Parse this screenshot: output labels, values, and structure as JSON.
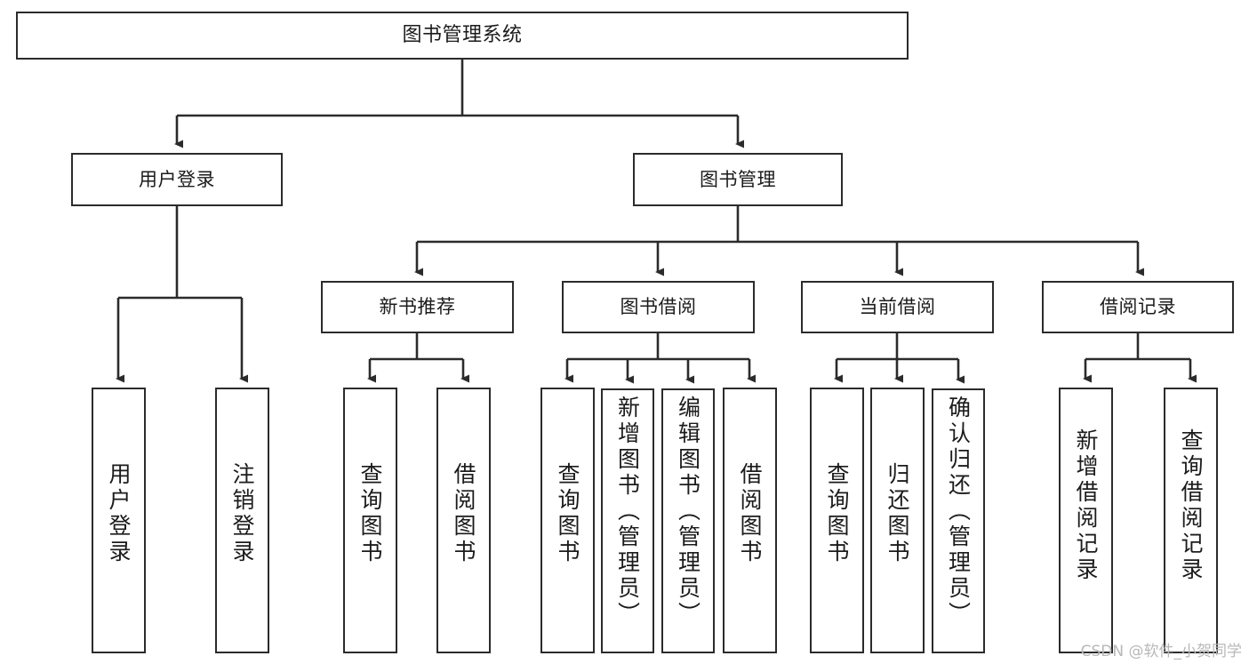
{
  "diagram": {
    "title": "图书管理系统",
    "type": "hierarchy-tree",
    "watermark": "CSDN @软件_小贺同学",
    "colors": {
      "stroke": "#2b2b2b",
      "fill": "#ffffff",
      "text": "#1b1b1b",
      "watermark": "#b8b8b8"
    },
    "nodes": {
      "root": {
        "label": "图书管理系统",
        "level": 1,
        "orientation": "horizontal"
      },
      "l2": [
        {
          "id": "user-login",
          "label": "用户登录",
          "level": 2,
          "orientation": "horizontal"
        },
        {
          "id": "book-manage",
          "label": "图书管理",
          "level": 2,
          "orientation": "horizontal"
        }
      ],
      "l3": [
        {
          "id": "new-book-recommend",
          "label": "新书推荐",
          "level": 3,
          "orientation": "horizontal"
        },
        {
          "id": "book-borrow",
          "label": "图书借阅",
          "level": 3,
          "orientation": "horizontal"
        },
        {
          "id": "current-borrow",
          "label": "当前借阅",
          "level": 3,
          "orientation": "horizontal"
        },
        {
          "id": "borrow-record",
          "label": "借阅记录",
          "level": 3,
          "orientation": "horizontal"
        }
      ],
      "leaves": [
        {
          "id": "leaf-user-login",
          "label": "用户登录",
          "parent": "user-login",
          "orientation": "vertical"
        },
        {
          "id": "leaf-user-logout",
          "label": "注销登录",
          "parent": "user-login",
          "orientation": "vertical"
        },
        {
          "id": "leaf-query-book-1",
          "label": "查询图书",
          "parent": "new-book-recommend",
          "orientation": "vertical"
        },
        {
          "id": "leaf-borrow-book-1",
          "label": "借阅图书",
          "parent": "new-book-recommend",
          "orientation": "vertical"
        },
        {
          "id": "leaf-query-book-2",
          "label": "查询图书",
          "parent": "book-borrow",
          "orientation": "vertical"
        },
        {
          "id": "leaf-add-book",
          "label": "新增图书（管理员）",
          "parent": "book-borrow",
          "orientation": "vertical"
        },
        {
          "id": "leaf-edit-book",
          "label": "编辑图书（管理员）",
          "parent": "book-borrow",
          "orientation": "vertical"
        },
        {
          "id": "leaf-borrow-book-2",
          "label": "借阅图书",
          "parent": "book-borrow",
          "orientation": "vertical"
        },
        {
          "id": "leaf-query-book-3",
          "label": "查询图书",
          "parent": "current-borrow",
          "orientation": "vertical"
        },
        {
          "id": "leaf-return-book",
          "label": "归还图书",
          "parent": "current-borrow",
          "orientation": "vertical"
        },
        {
          "id": "leaf-confirm-return",
          "label": "确认归还（管理员）",
          "parent": "current-borrow",
          "orientation": "vertical"
        },
        {
          "id": "leaf-add-record",
          "label": "新增借阅记录",
          "parent": "borrow-record",
          "orientation": "vertical"
        },
        {
          "id": "leaf-query-record",
          "label": "查询借阅记录",
          "parent": "borrow-record",
          "orientation": "vertical"
        }
      ]
    }
  }
}
